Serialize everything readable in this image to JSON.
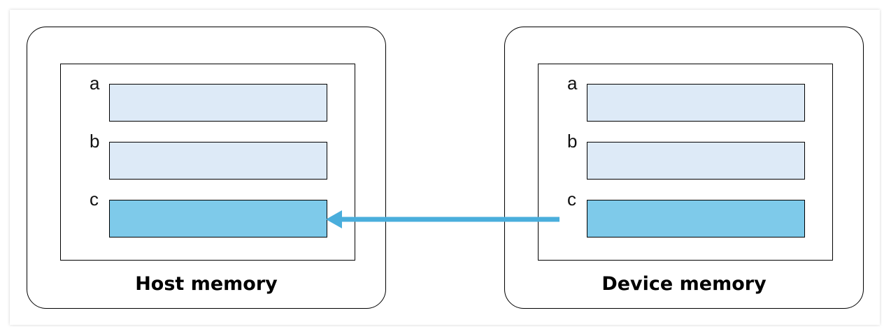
{
  "host": {
    "title": "Host memory",
    "rows": [
      {
        "label": "a",
        "highlight": false
      },
      {
        "label": "b",
        "highlight": false
      },
      {
        "label": "c",
        "highlight": true
      }
    ]
  },
  "device": {
    "title": "Device memory",
    "rows": [
      {
        "label": "a",
        "highlight": false
      },
      {
        "label": "b",
        "highlight": false
      },
      {
        "label": "c",
        "highlight": true
      }
    ]
  },
  "arrow": {
    "from": "device.c",
    "to": "host.c",
    "color": "#4aaedc"
  },
  "colors": {
    "bar_light": "#ddeaf7",
    "bar_highlight": "#7ecaea",
    "border": "#000000"
  }
}
